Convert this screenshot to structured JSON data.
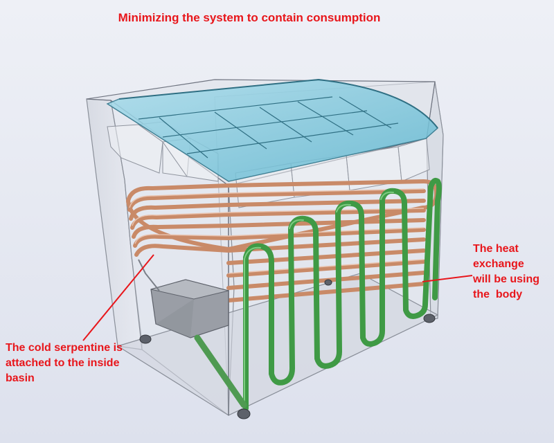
{
  "title": "Minimizing the system to contain consumption",
  "annotations": {
    "heat_exchange": [
      "The heat",
      "exchange",
      "will be using",
      "the  body"
    ],
    "cold_serpentine": [
      "The cold serpentine is",
      "attached to the inside",
      "basin"
    ]
  },
  "colors": {
    "text": "#e8161b",
    "glass": "#7fc6d9",
    "copper": "#c98a68",
    "green": "#3f9a45"
  }
}
